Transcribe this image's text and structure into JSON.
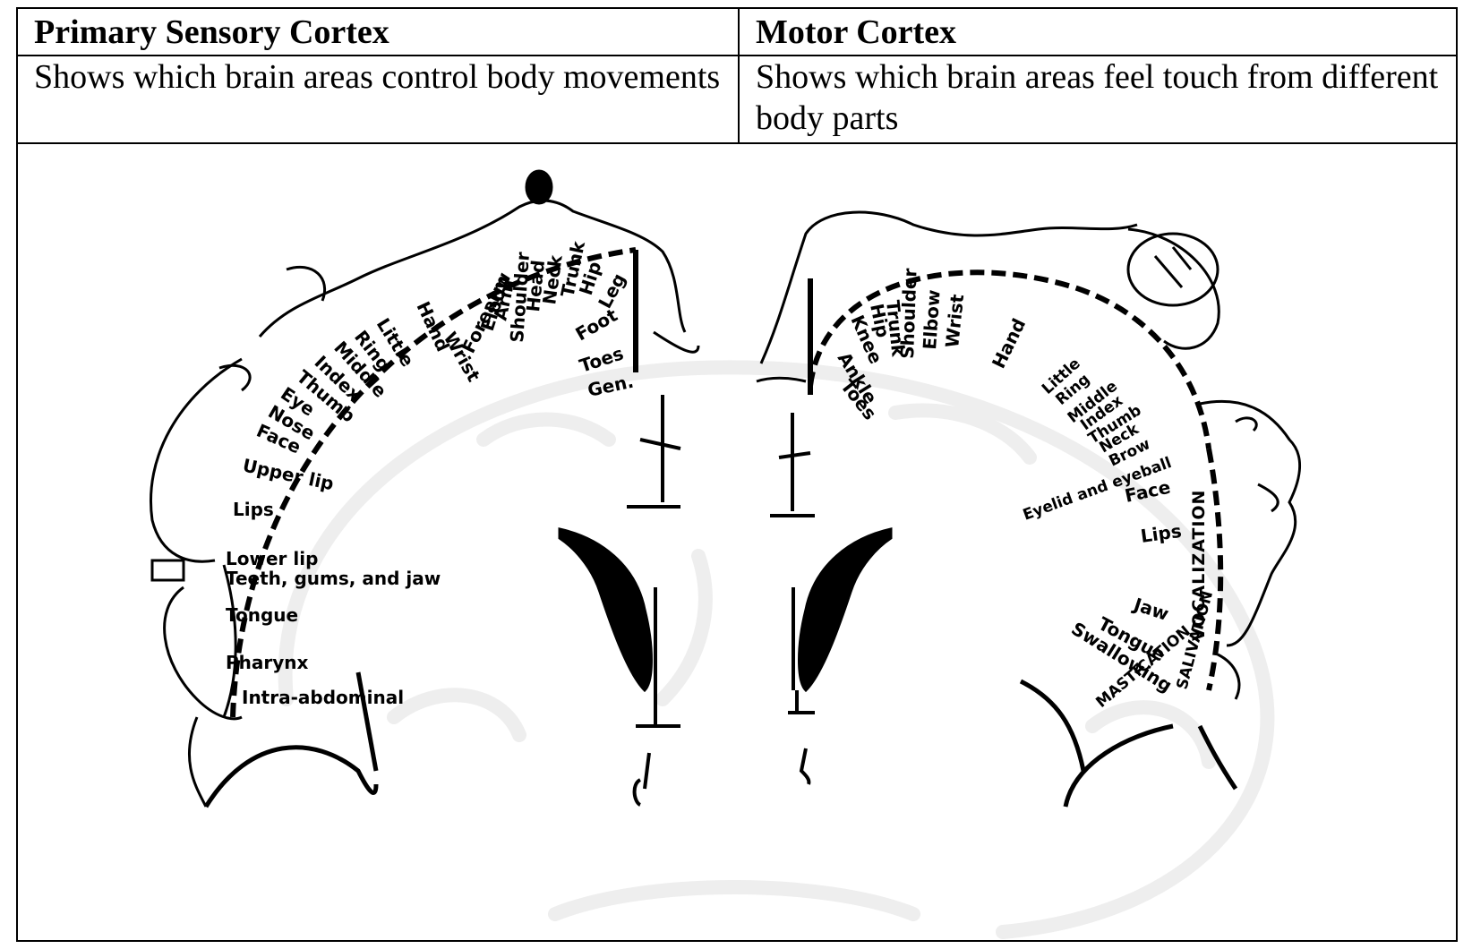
{
  "table": {
    "col1_header": "Primary Sensory Cortex",
    "col2_header": "Motor Cortex",
    "col1_desc": "Shows which brain areas control body movements",
    "col2_desc": "Shows which brain areas feel touch from different body parts"
  },
  "sensory_labels": [
    "Leg",
    "Hip",
    "Trunk",
    "Neck",
    "Head",
    "Shoulder",
    "Arm",
    "Elbow",
    "Forearm",
    "Wrist",
    "Hand",
    "Little",
    "Ring",
    "Middle",
    "Index",
    "Thumb",
    "Eye",
    "Nose",
    "Face",
    "Upper lip",
    "Lips",
    "Lower lip",
    "Teeth, gums, and jaw",
    "Tongue",
    "Pharynx",
    "Intra-abdominal",
    "Foot",
    "Toes",
    "Gen."
  ],
  "motor_labels": [
    "Toes",
    "Ankle",
    "Knee",
    "Hip",
    "Trunk",
    "Shoulder",
    "Elbow",
    "Wrist",
    "Hand",
    "Little",
    "Ring",
    "Middle",
    "Index",
    "Thumb",
    "Neck",
    "Brow",
    "Eyelid and eyeball",
    "Face",
    "Lips",
    "Jaw",
    "Tongue",
    "Swallowing",
    "VOCALIZATION",
    "SALIVATION",
    "MASTICATION"
  ],
  "colors": {
    "ink": "#000000",
    "watermark": "#efefef"
  }
}
